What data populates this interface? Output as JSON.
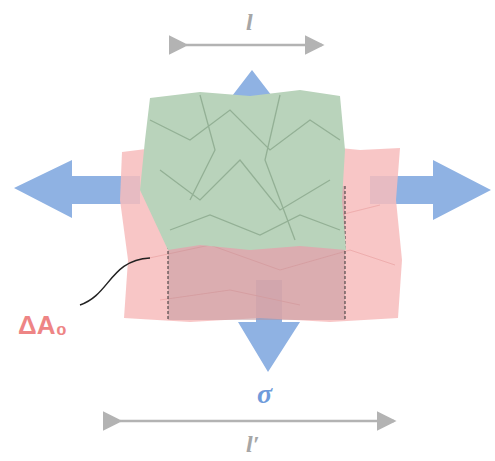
{
  "diagram": {
    "labels": [
      "l",
      "ΔA₀",
      "σ",
      "l′"
    ]
  }
}
